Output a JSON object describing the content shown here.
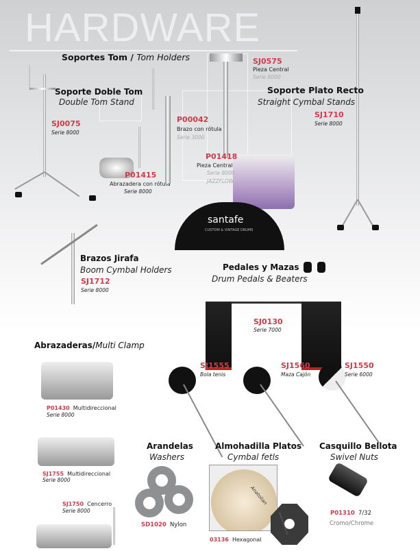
{
  "title": "HARDWARE",
  "tom_holders": {
    "title": "Soportes Tom",
    "slash": "/",
    "subtitle": "Tom Holders"
  },
  "double_tom": {
    "title": "Soporte Doble Tom",
    "subtitle": "Double Tom Stand",
    "code": "SJ0075",
    "series": "Serie 8000"
  },
  "p01415": {
    "code": "P01415",
    "desc": "Abrazadera con rótula",
    "series": "Serie 8000"
  },
  "p00042": {
    "code": "P00042",
    "desc": "Brazo con rótula",
    "series": "Serie 3000"
  },
  "sj0575": {
    "code": "SJ0575",
    "desc": "Pieza Central",
    "series": "Serie 8000"
  },
  "p01418": {
    "code": "P01418",
    "desc": "Pieza Central",
    "series": "Serie 8000",
    "series2": "JAZZFLOW"
  },
  "drum_brand": "santafe",
  "drum_tagline": "CUSTOM & VINTAGE DRUMS",
  "cymbal_stand": {
    "title": "Soporte Plato Recto",
    "subtitle": "Straight Cymbal Stands",
    "code": "SJ1710",
    "series": "Serie 8000"
  },
  "boom": {
    "title": "Brazos Jirafa",
    "subtitle": "Boom Cymbal Holders",
    "code": "SJ1712",
    "series": "Serie 8000"
  },
  "pedals": {
    "title": "Pedales y Mazas",
    "subtitle": "Drum Pedals & Beaters",
    "code": "SJ0130",
    "series": "Serie 7000"
  },
  "clamps": {
    "title": "Abrazaderas/",
    "subtitle": "Multi Clamp"
  },
  "p01430": {
    "code": "P01430",
    "desc": "Multidireccional",
    "series": "Serie 8000"
  },
  "sj1755": {
    "code": "SJ1755",
    "desc": "Multidireccional",
    "series": "Serie 8000"
  },
  "sj1750": {
    "code": "SJ1750",
    "desc": "Cencerro",
    "series": "Serie 8000"
  },
  "beaters": [
    {
      "code": "SJ1555",
      "desc": "Bola tenis"
    },
    {
      "code": "SJ1560",
      "desc": "Maza Cajón"
    },
    {
      "code": "SJ1550",
      "desc": "Serie 6000"
    }
  ],
  "washers": {
    "title": "Arandelas",
    "subtitle": "Washers",
    "code": "SD1020",
    "desc": "Nylon"
  },
  "felts": {
    "title": "Almohadilla Platos",
    "subtitle": "Cymbal fetls",
    "code": "03136",
    "desc": "Hexagonal",
    "cymbal_brand": "Anatolian",
    "felt_text": "www.ortola-sa.es"
  },
  "nuts": {
    "title": "Casquillo Bellota",
    "subtitle": "Swivel Nuts",
    "code": "P01310",
    "desc": "7/32",
    "finish": "Cromo/Chrome"
  }
}
